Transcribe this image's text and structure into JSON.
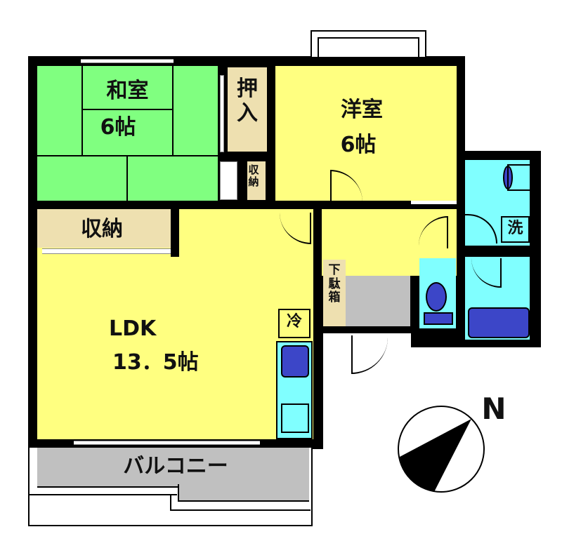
{
  "rooms": {
    "washitsu": {
      "name": "和室",
      "size": "6帖"
    },
    "youshitsu": {
      "name": "洋室",
      "size": "6帖"
    },
    "ldk": {
      "name": "LDK",
      "size": "13．5帖"
    },
    "oshiire": {
      "label": "押入"
    },
    "shuno_small": {
      "label": "収納"
    },
    "shuno_ldk": {
      "label": "収納"
    },
    "getabako": {
      "label": "下駄箱"
    },
    "refrigerator": {
      "label": "冷"
    },
    "washer": {
      "label": "洗"
    },
    "balcony": {
      "label": "バルコニー"
    }
  },
  "compass": {
    "label": "N"
  },
  "colors": {
    "tatami": "#80ff80",
    "western_room": "#ffff80",
    "wet_area": "#80ffff",
    "storage": "#eee0b0",
    "balcony": "#c0c0c0",
    "fixtures": "#3c46c8",
    "walls": "#000000"
  }
}
